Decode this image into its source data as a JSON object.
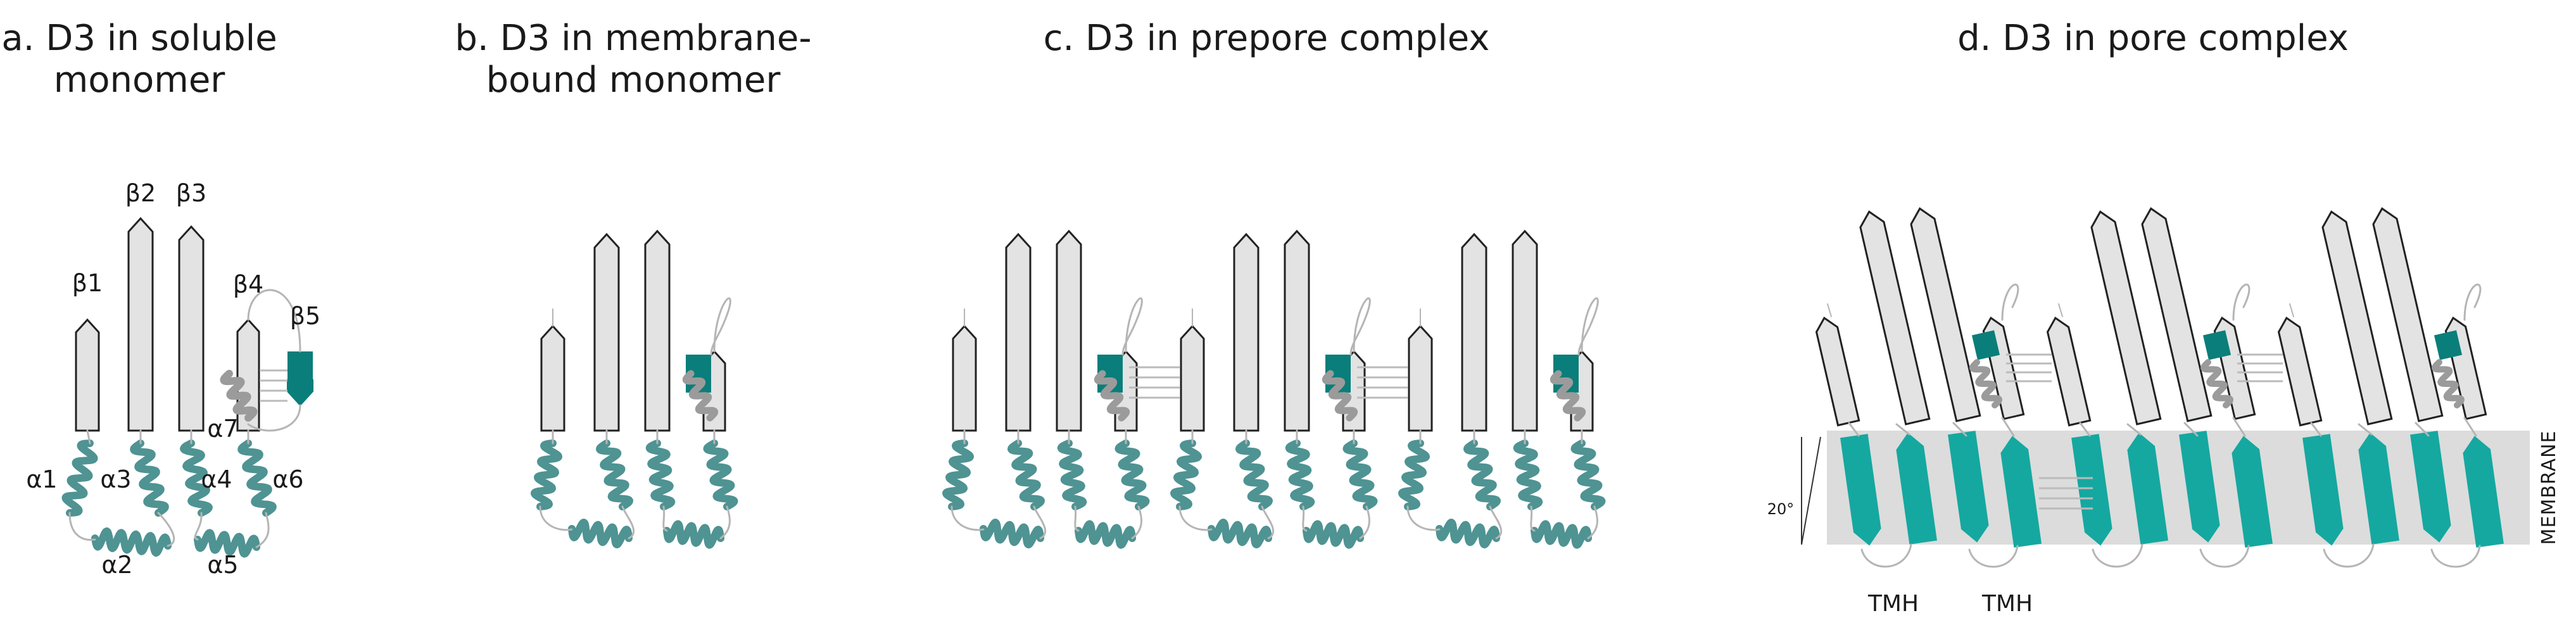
{
  "panels": {
    "a": {
      "title_line1": "a. D3 in soluble",
      "title_line2": "monomer"
    },
    "b": {
      "title_line1": "b. D3 in membrane-",
      "title_line2": "bound monomer"
    },
    "c": {
      "title_line1": "c. D3 in prepore complex"
    },
    "d": {
      "title_line1": "d. D3 in pore complex"
    }
  },
  "labels": {
    "beta": [
      "β1",
      "β2",
      "β3",
      "β4",
      "β5"
    ],
    "alpha": [
      "α1",
      "α2",
      "α3",
      "α4",
      "α5",
      "α6",
      "α7"
    ],
    "membrane": "MEMBRANE",
    "angle": "20°",
    "tmh": [
      "TMH",
      "TMH"
    ]
  },
  "colors": {
    "sheet_fill": "#e3e3e3",
    "sheet_stroke": "#222222",
    "helix_teal": "#4f9393",
    "helix_grey": "#9b9b9b",
    "beta5_teal": "#0a7e7a",
    "tmh_teal": "#15a8a0",
    "membrane_band": "#dcdcdc",
    "hbond_line": "#bbbbbb"
  }
}
